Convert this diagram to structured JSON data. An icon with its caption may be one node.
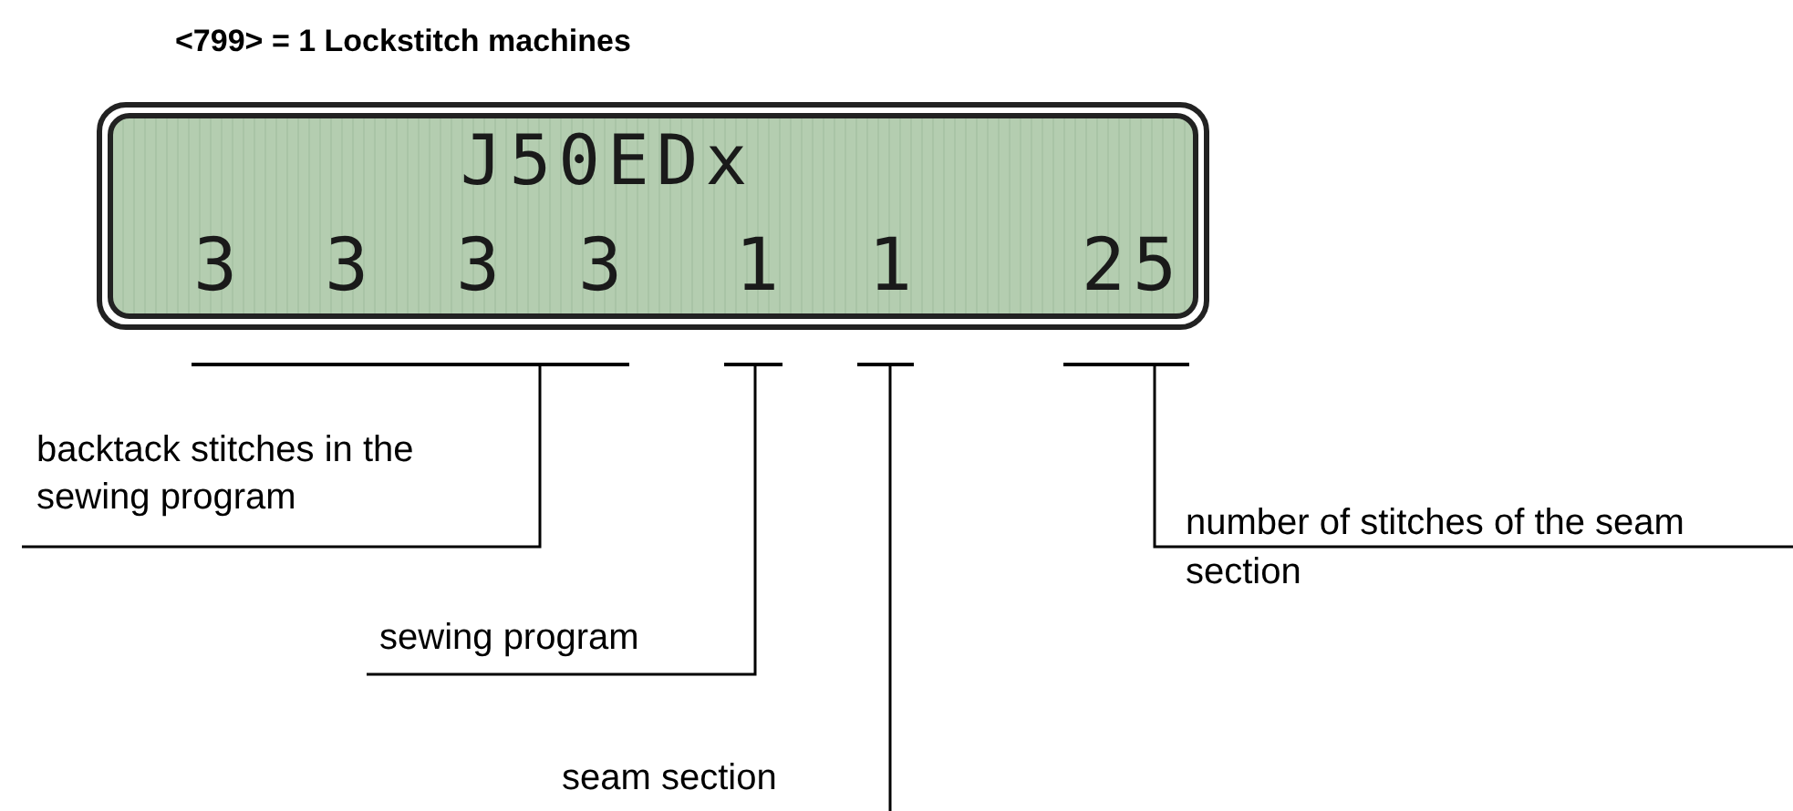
{
  "diagram": {
    "title": "<799> = 1 Lockstitch machines",
    "nodes": [
      {
        "text": [
          "J50EDx"
        ]
      },
      {
        "text": [
          "3"
        ],
        "in": 0
      },
      {
        "text": [
          "3"
        ],
        "in": 0
      },
      {
        "text": [
          "3"
        ],
        "in": 0
      },
      {
        "text": [
          "3"
        ],
        "in": 0
      },
      {
        "text": [
          "1"
        ],
        "in": 0
      },
      {
        "text": [
          "1"
        ],
        "in": 0
      },
      {
        "text": [
          "25"
        ],
        "in": 0
      },
      {
        "text": [],
        "shape": "bar"
      },
      {
        "text": [],
        "shape": "bar"
      },
      {
        "text": [],
        "shape": "bar"
      },
      {
        "text": [],
        "shape": "bar"
      },
      {
        "text": [
          "backtack stitches in the sewing program"
        ]
      },
      {
        "text": [
          "sewing program"
        ]
      },
      {
        "text": [
          "seam section"
        ]
      },
      {
        "text": [
          "number of stitches of the seam section"
        ]
      }
    ],
    "edges": [
      {
        "from": 12,
        "to": 8,
        "arrow": "none"
      },
      {
        "from": 13,
        "to": 9,
        "arrow": "none"
      },
      {
        "from": 14,
        "to": 10,
        "arrow": "none"
      },
      {
        "from": 15,
        "to": 11,
        "arrow": "none"
      }
    ]
  }
}
